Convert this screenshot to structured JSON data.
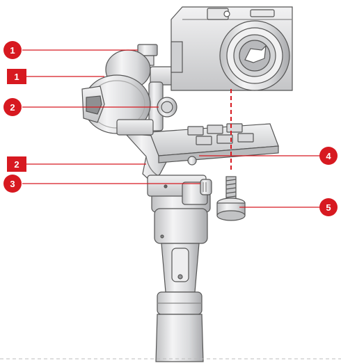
{
  "diagram": {
    "accent_color": "#d71920",
    "line_color": "#d71920",
    "callouts": [
      {
        "id": "circle-1",
        "shape": "circle",
        "text": "1"
      },
      {
        "id": "square-1",
        "shape": "square",
        "text": "1"
      },
      {
        "id": "circle-2",
        "shape": "circle",
        "text": "2"
      },
      {
        "id": "square-2",
        "shape": "square",
        "text": "2"
      },
      {
        "id": "circle-3",
        "shape": "circle",
        "text": "3"
      },
      {
        "id": "circle-4",
        "shape": "circle",
        "text": "4"
      },
      {
        "id": "circle-5",
        "shape": "circle",
        "text": "5"
      }
    ],
    "components": [
      "camera-icon",
      "gimbal-motor-icon",
      "tilt-knob-icon",
      "mounting-plate-icon",
      "tilt-arm-icon",
      "roll-clamp-icon",
      "handle-icon",
      "screw-icon"
    ]
  }
}
